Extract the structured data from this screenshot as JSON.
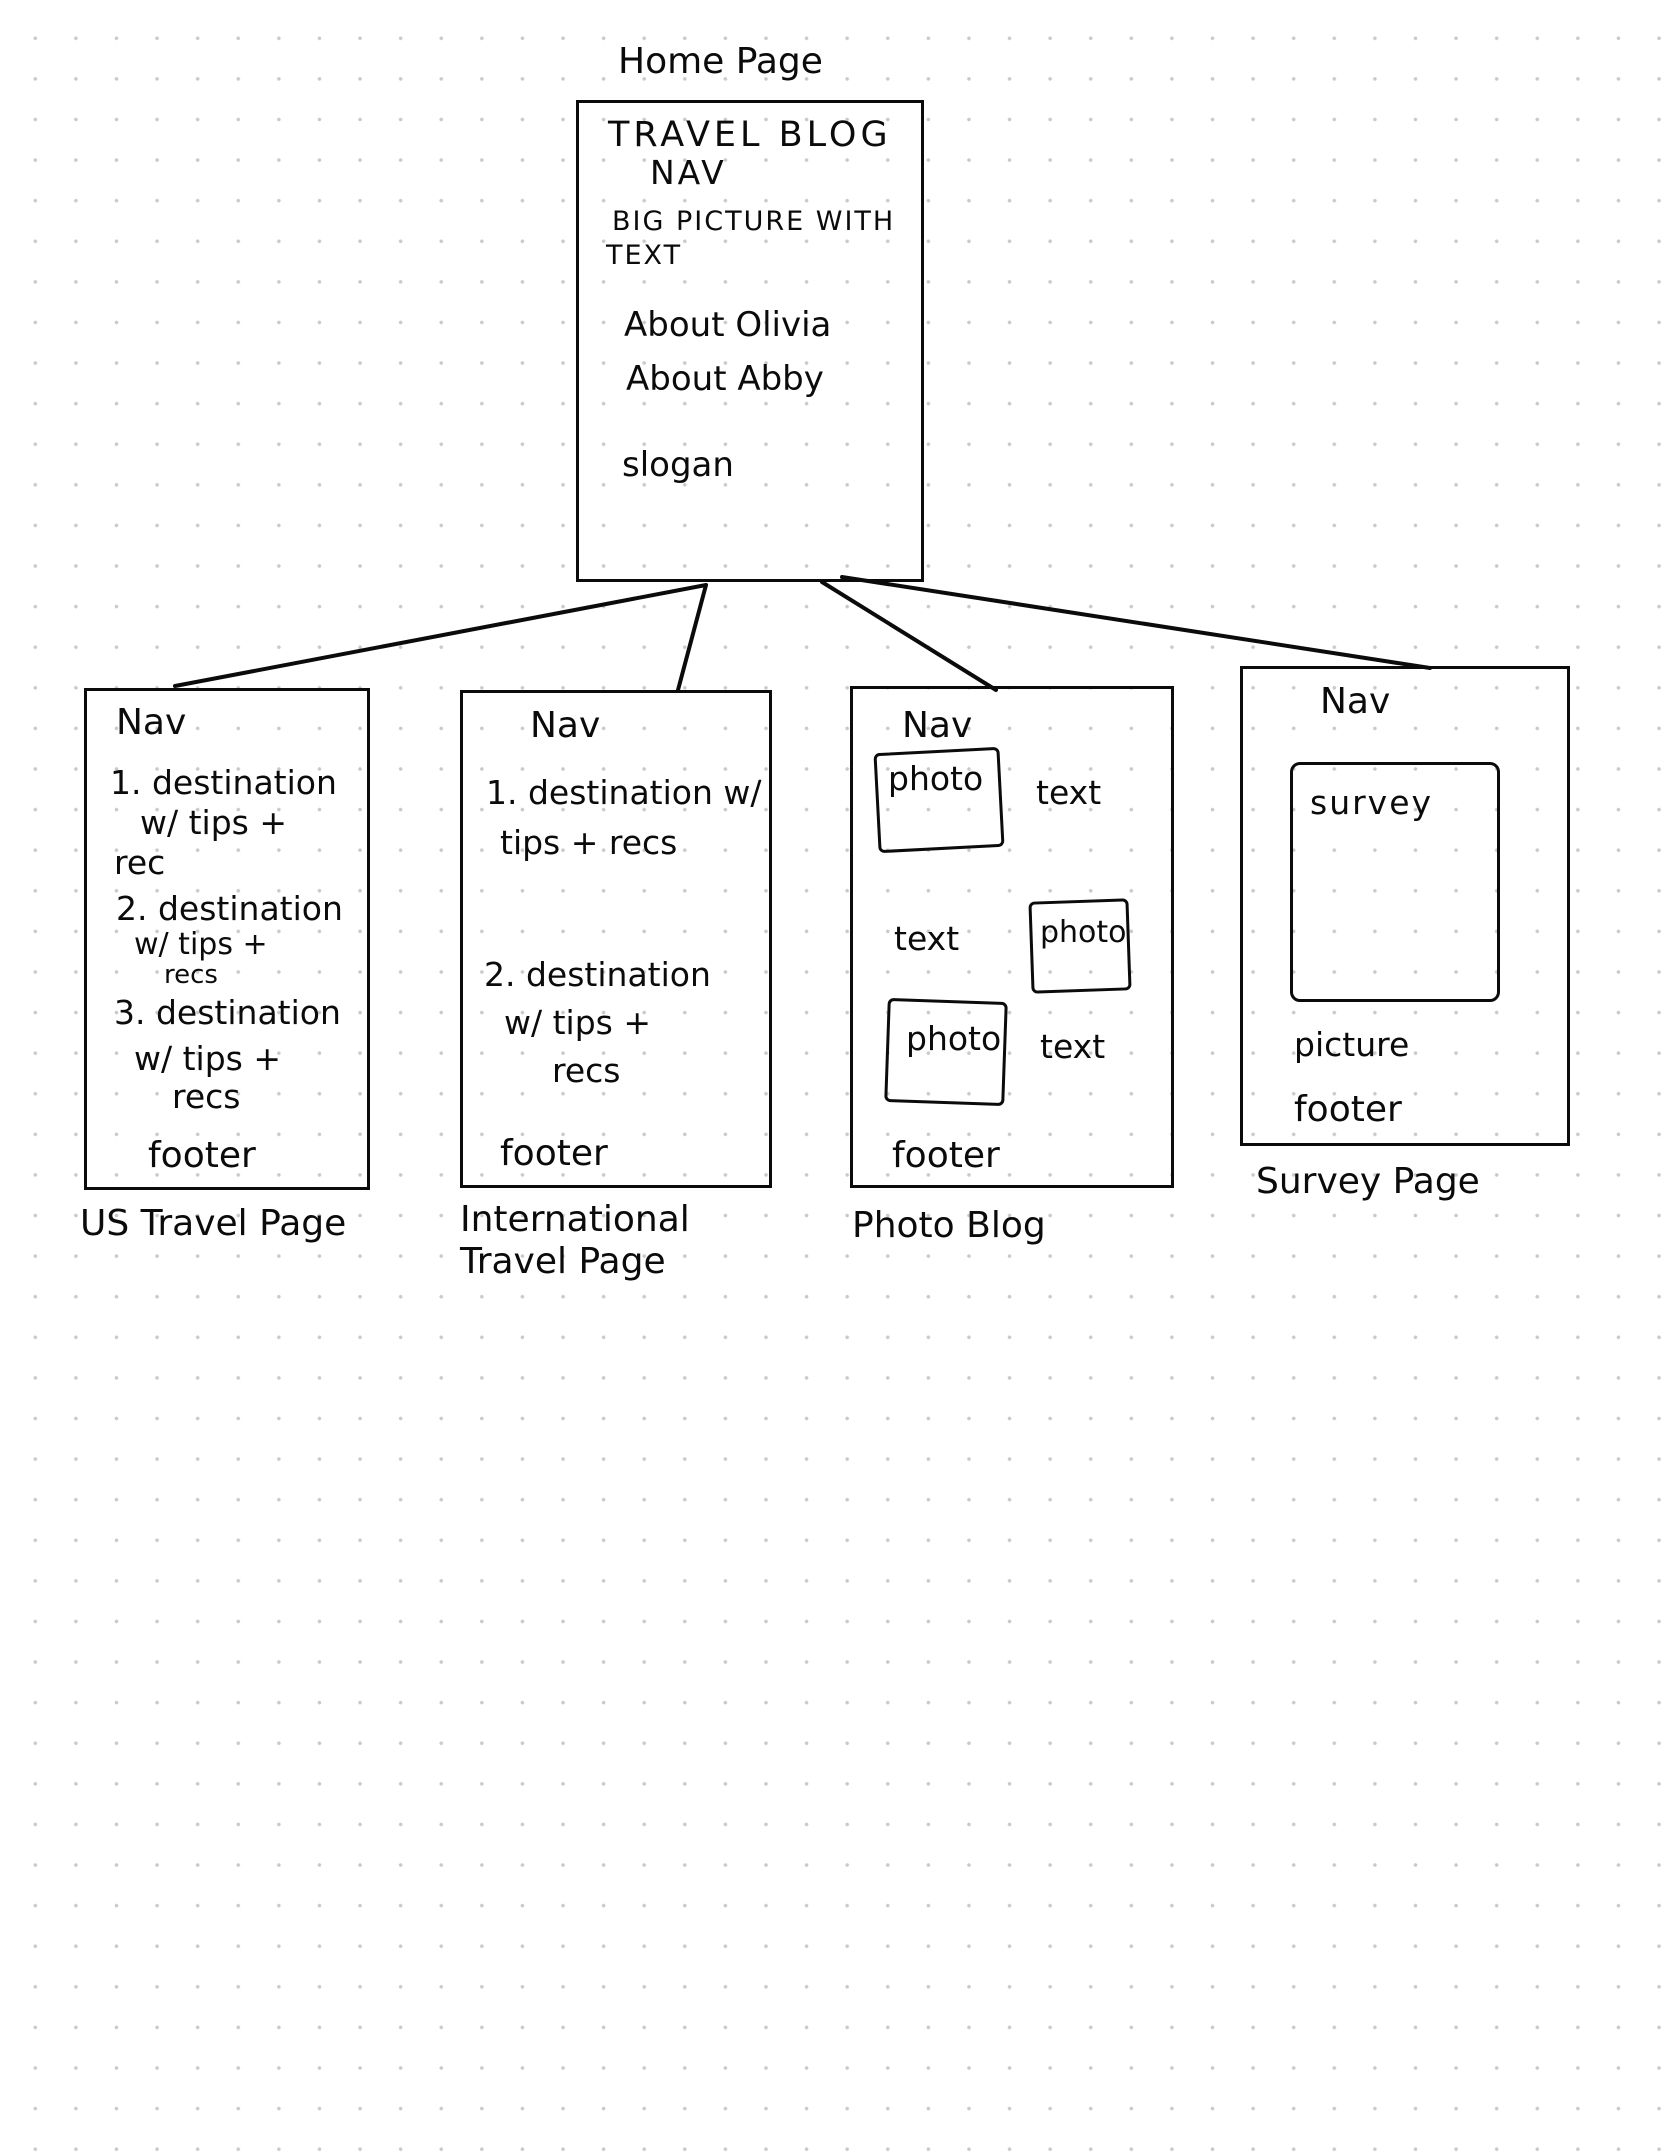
{
  "home": {
    "title": "Home Page",
    "header": "TRAVEL BLOG",
    "nav": "NAV",
    "hero_line1": "BIG PICTURE WITH",
    "hero_line2": "TEXT",
    "about1": "About Olivia",
    "about2": "About Abby",
    "slogan": "slogan"
  },
  "us_page": {
    "title": "US Travel Page",
    "nav": "Nav",
    "item1_line1": "1. destination",
    "item1_line2": "w/ tips +",
    "item1_line3": "rec",
    "item2_line1": "2. destination",
    "item2_line2": "w/ tips +",
    "item2_line3": "recs",
    "item3_line1": "3. destination",
    "item3_line2": "w/ tips +",
    "item3_line3": "recs",
    "footer": "footer"
  },
  "intl_page": {
    "title_line1": "International",
    "title_line2": "Travel Page",
    "nav": "Nav",
    "item1_line1": "1. destination w/",
    "item1_line2": "tips + recs",
    "item2_line1": "2. destination",
    "item2_line2": "w/ tips +",
    "item2_line3": "recs",
    "footer": "footer"
  },
  "photo_blog": {
    "title": "Photo Blog",
    "nav": "Nav",
    "photo": "photo",
    "text": "text",
    "footer": "footer"
  },
  "survey_page": {
    "title": "Survey Page",
    "nav": "Nav",
    "survey": "survey",
    "picture": "picture",
    "footer": "footer"
  }
}
